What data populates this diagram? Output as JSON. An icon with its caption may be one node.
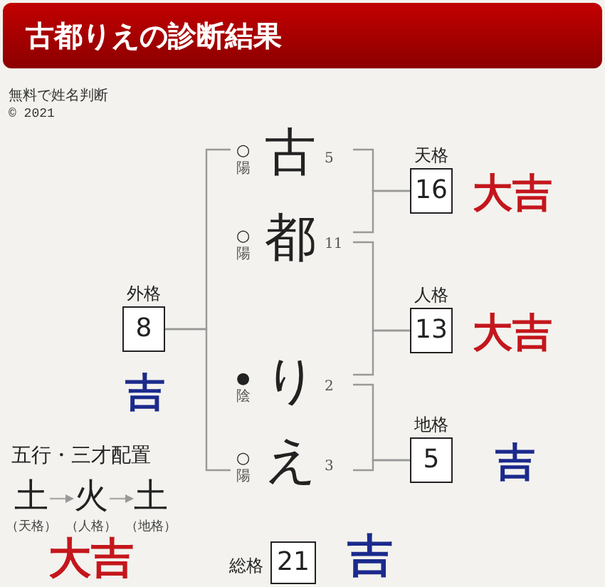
{
  "diagram": {
    "title": "古都りえの診断結果",
    "nodes": [
      {
        "text": [
          "古"
        ],
        "beside": [
          "○",
          "陽",
          "5"
        ]
      },
      {
        "text": [
          "都"
        ],
        "beside": [
          "○",
          "陽",
          "11"
        ]
      },
      {
        "text": [
          "り"
        ],
        "beside": [
          "●",
          "陰",
          "2"
        ]
      },
      {
        "text": [
          "え"
        ],
        "beside": [
          "○",
          "陽",
          "3"
        ]
      },
      {
        "text": [
          "天格",
          "16"
        ],
        "beside": [
          "大吉"
        ]
      },
      {
        "text": [
          "人格",
          "13"
        ],
        "beside": [
          "大吉"
        ]
      },
      {
        "text": [
          "地格",
          "5"
        ],
        "beside": [
          "吉"
        ]
      },
      {
        "text": [
          "外格",
          "8"
        ],
        "beside": [
          "吉"
        ]
      },
      {
        "text": [
          "総格",
          "21"
        ],
        "beside": [
          "吉"
        ]
      },
      {
        "text": [
          "土"
        ],
        "beside": [
          "（天格）"
        ]
      },
      {
        "text": [
          "火"
        ],
        "beside": [
          "（人格）"
        ]
      },
      {
        "text": [
          "土"
        ],
        "beside": [
          "（地格）"
        ]
      }
    ],
    "edges": [
      {
        "from": 0,
        "to": 4,
        "arrow": "none"
      },
      {
        "from": 1,
        "to": 4,
        "arrow": "none"
      },
      {
        "from": 1,
        "to": 5,
        "arrow": "none"
      },
      {
        "from": 2,
        "to": 5,
        "arrow": "none"
      },
      {
        "from": 2,
        "to": 6,
        "arrow": "none"
      },
      {
        "from": 3,
        "to": 6,
        "arrow": "none"
      },
      {
        "from": 0,
        "to": 7,
        "arrow": "none"
      },
      {
        "from": 3,
        "to": 7,
        "arrow": "none"
      },
      {
        "from": 9,
        "to": 10,
        "arrow": "to"
      },
      {
        "from": 10,
        "to": 11,
        "arrow": "to"
      }
    ],
    "labels": [
      "無料で姓名判断",
      "© 2021",
      "五行・三才配置",
      "大吉"
    ]
  }
}
